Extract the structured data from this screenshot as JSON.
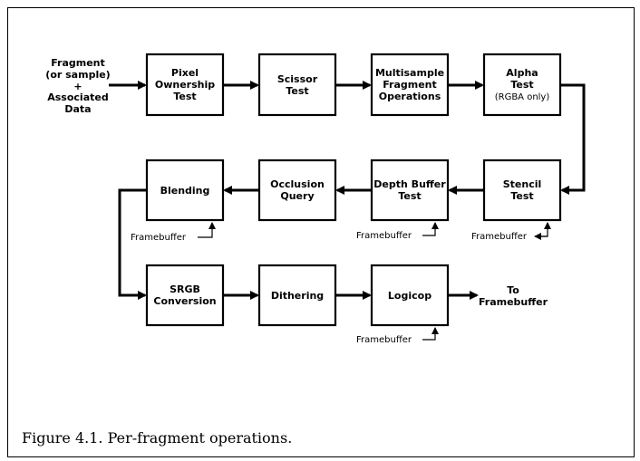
{
  "input": {
    "lines": [
      "Fragment",
      "(or sample)",
      "+",
      "Associated",
      "Data"
    ]
  },
  "boxes": {
    "pixel_ownership": [
      "Pixel",
      "Ownership",
      "Test"
    ],
    "scissor": [
      "Scissor",
      "Test"
    ],
    "multisample": [
      "Multisample",
      "Fragment",
      "Operations"
    ],
    "alpha": [
      "Alpha",
      "Test"
    ],
    "alpha_note": "(RGBA only)",
    "stencil": [
      "Stencil",
      "Test"
    ],
    "depth": [
      "Depth Buffer",
      "Test"
    ],
    "occlusion": [
      "Occlusion",
      "Query"
    ],
    "blending": [
      "Blending"
    ],
    "srgb": [
      "SRGB",
      "Conversion"
    ],
    "dithering": [
      "Dithering"
    ],
    "logicop": [
      "Logicop"
    ]
  },
  "framebuffer_label": "Framebuffer",
  "output": {
    "lines": [
      "To",
      "Framebuffer"
    ]
  },
  "caption": "Figure 4.1. Per-fragment operations."
}
